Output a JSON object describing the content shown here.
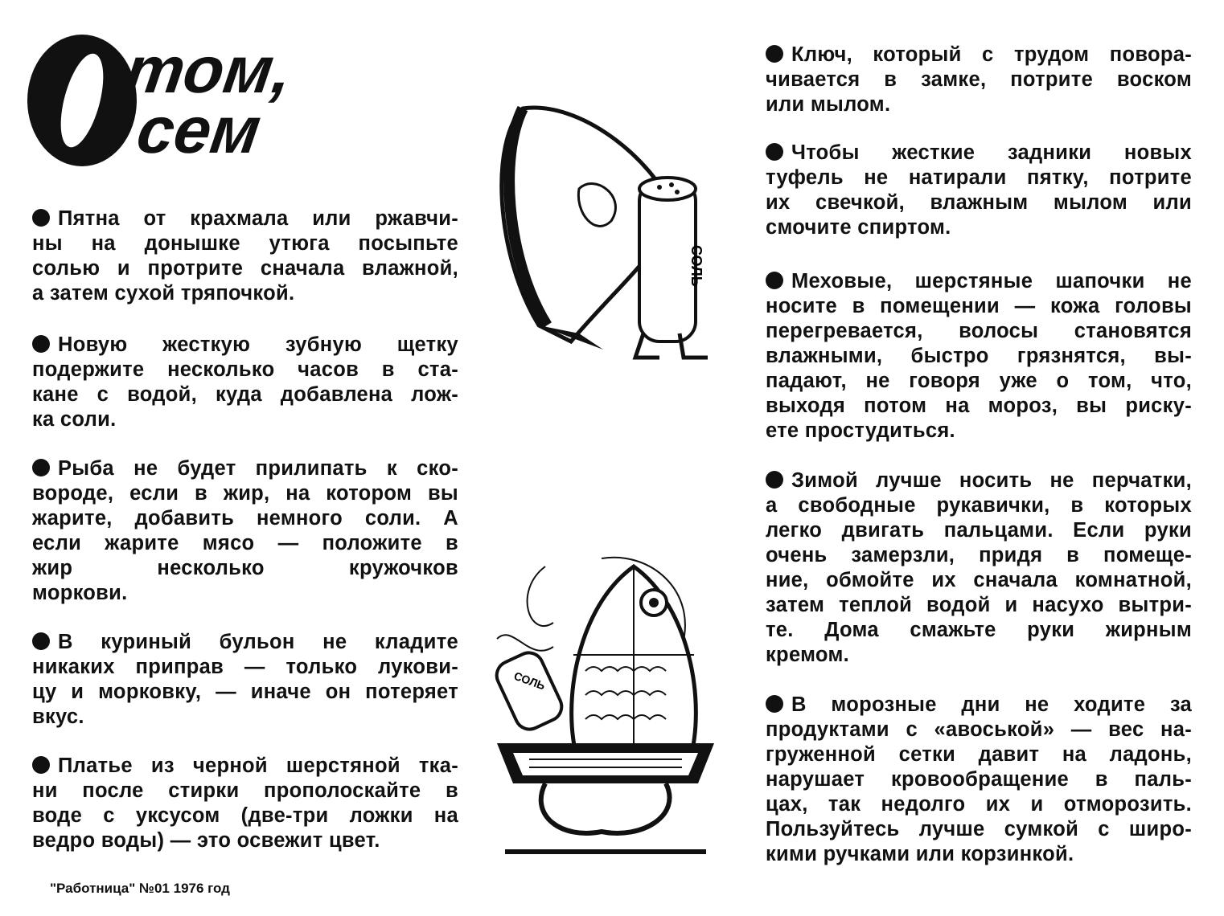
{
  "title": {
    "letter": "О",
    "line1": "том,",
    "line2": "сем"
  },
  "left_column": [
    {
      "lines": [
        "Пятна от крахмала или ржавчи-",
        "ны на донышке утюга посыпьте",
        "солью и протрите сначала влажной,",
        "а затем сухой тряпочкой."
      ]
    },
    {
      "lines": [
        "Новую жесткую зубную щетку",
        "подержите несколько часов в ста-",
        "кане с водой, куда добавлена лож-",
        "ка соли."
      ]
    },
    {
      "lines": [
        "Рыба не будет прилипать к ско-",
        "вороде, если в жир, на котором вы",
        "жарите, добавить немного соли. А",
        "если жарите мясо — положите в",
        "жир несколько кружочков",
        "моркови."
      ]
    },
    {
      "lines": [
        "В куриный бульон не кладите",
        "никаких приправ — только лукови-",
        "цу и морковку, — иначе он потеряет",
        "вкус."
      ]
    },
    {
      "lines": [
        "Платье из черной шерстяной тка-",
        "ни после стирки прополоскайте в",
        "воде с уксусом (две-три ложки на",
        "ведро воды) — это освежит цвет."
      ]
    }
  ],
  "right_column": [
    {
      "lines": [
        "Ключ, который с трудом повора-",
        "чивается в замке, потрите воском",
        "или мылом."
      ]
    },
    {
      "lines": [
        "Чтобы жесткие задники новых",
        "туфель не натирали пятку, потрите",
        "их свечкой, влажным мылом или",
        "смочите спиртом."
      ]
    },
    {
      "lines": [
        "Меховые, шерстяные шапочки не",
        "носите в помещении — кожа головы",
        "перегревается, волосы становятся",
        "влажными, быстро грязнятся, вы-",
        "падают, не говоря уже о том, что,",
        "выходя потом на мороз, вы риску-",
        "ете простудиться."
      ]
    },
    {
      "lines": [
        "Зимой лучше носить не перчатки,",
        "а свободные рукавички, в которых",
        "легко двигать пальцами. Если руки",
        "очень замерзли, придя в помеще-",
        "ние, обмойте их сначала комнатной,",
        "затем теплой водой и насухо вытри-",
        "те. Дома смажьте руки жирным",
        "кремом."
      ]
    },
    {
      "lines": [
        "В морозные дни не ходите за",
        "продуктами с «авоськой» — вес на-",
        "груженной сетки давит на ладонь,",
        "нарушает кровообращение в паль-",
        "цах, так недолго их и отморозить.",
        "Пользуйтесь лучше сумкой с широ-",
        "кими ручками или корзинкой."
      ]
    }
  ],
  "illustrations": {
    "salt_label_1": "СОЛЬ",
    "salt_label_2": "СОЛЬ"
  },
  "footer": "\"Работница\" №01 1976 год"
}
